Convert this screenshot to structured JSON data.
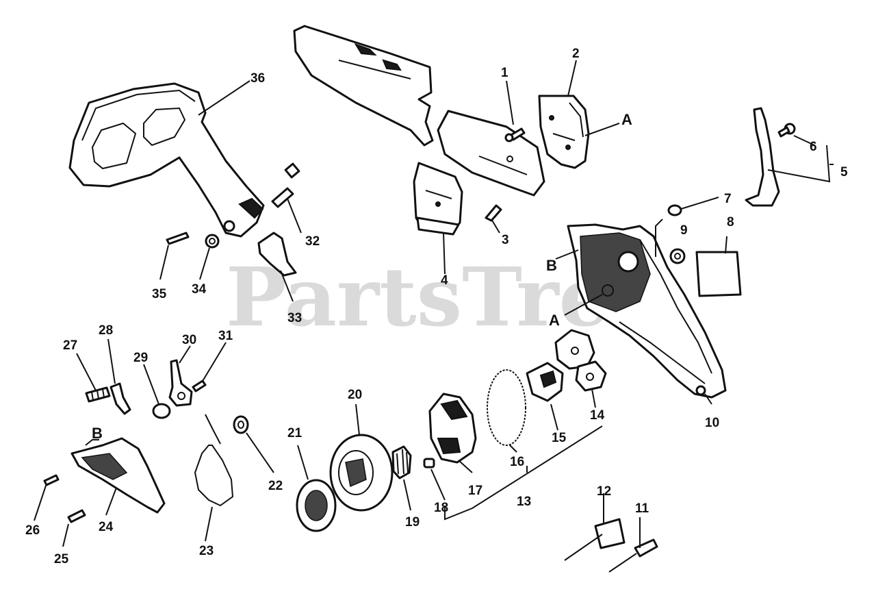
{
  "watermark": "PartsTree",
  "callouts": {
    "p1": "1",
    "p2": "2",
    "p3": "3",
    "p4": "4",
    "p5": "5",
    "p6": "6",
    "p7": "7",
    "p8": "8",
    "p9": "9",
    "p10": "10",
    "p11": "11",
    "p12": "12",
    "p13": "13",
    "p14": "14",
    "p15": "15",
    "p16": "16",
    "p17": "17",
    "p18": "18",
    "p19": "19",
    "p20": "20",
    "p21": "21",
    "p22": "22",
    "p23": "23",
    "p24": "24",
    "p25": "25",
    "p26": "26",
    "p27": "27",
    "p28": "28",
    "p29": "29",
    "p30": "30",
    "p31": "31",
    "p32": "32",
    "p33": "33",
    "p34": "34",
    "p35": "35",
    "p36": "36"
  },
  "reference_letters": {
    "a_top": "A",
    "a_cover": "A",
    "b_cover": "B",
    "b_bottom": "B"
  }
}
